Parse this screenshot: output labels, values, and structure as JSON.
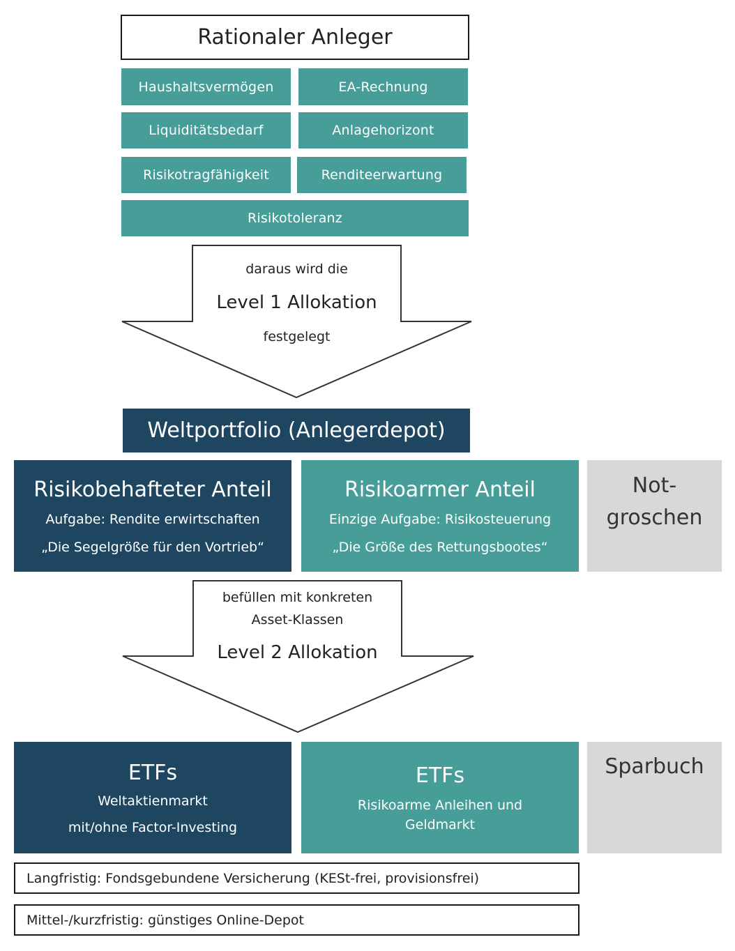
{
  "header": {
    "title": "Rationaler Anleger"
  },
  "factors": [
    "Haushaltsvermögen",
    "EA-Rechnung",
    "Liquiditätsbedarf",
    "Anlagehorizont",
    "Risikotragfähigkeit",
    "Renditeerwartung",
    "Risikotoleranz"
  ],
  "arrow1": {
    "line1": "daraus wird die",
    "line2": "Level 1 Allokation",
    "line3": "festgelegt"
  },
  "portfolio": {
    "title": "Weltportfolio (Anlegerdepot)"
  },
  "level1": {
    "risky": {
      "title": "Risikobehafteter Anteil",
      "task": "Aufgabe: Rendite erwirtschaften",
      "quote": "„Die Segelgröße für den Vortrieb“"
    },
    "safe": {
      "title": "Risikoarmer Anteil",
      "task": "Einzige Aufgabe: Risikosteuerung",
      "quote": "„Die Größe des Rettungsbootes“"
    },
    "emergency": {
      "line1": "Not-",
      "line2": "groschen"
    }
  },
  "arrow2": {
    "line1": "befüllen mit konkreten",
    "line2": "Asset-Klassen",
    "line3": "Level 2 Allokation"
  },
  "level2": {
    "risky": {
      "title": "ETFs",
      "line1": "Weltaktienmarkt",
      "line2": "mit/ohne Factor-Investing"
    },
    "safe": {
      "title": "ETFs",
      "line1": "Risikoarme Anleihen und",
      "line2": "Geldmarkt"
    },
    "emergency": {
      "title": "Sparbuch"
    }
  },
  "notes": {
    "long_term": "Langfristig: Fondsgebundene Versicherung (KESt-frei, provisionsfrei)",
    "short_term": "Mittel-/kurzfristig: günstiges Online-Depot"
  },
  "colors": {
    "teal": "#479e98",
    "navy": "#1f4660",
    "grey": "#d8d8d8"
  }
}
